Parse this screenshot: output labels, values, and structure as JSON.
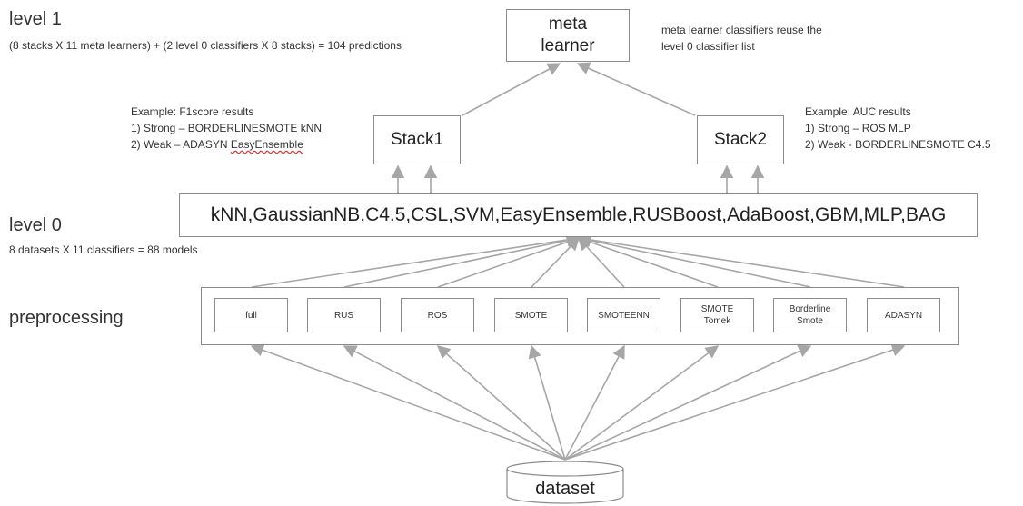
{
  "level1": {
    "heading": "level 1",
    "formula": "(8 stacks X 11 meta learners) + (2 level 0 classifiers X 8 stacks) = 104 predictions"
  },
  "meta_learner": {
    "line1": "meta",
    "line2": "learner"
  },
  "meta_note": {
    "line1": "meta learner classifiers reuse the",
    "line2": "level 0 classifier list"
  },
  "stack1": {
    "label": "Stack1",
    "example_title": "Example:  F1score results",
    "strong": "1) Strong – BORDERLINESMOTE kNN",
    "weak_prefix": "2) Weak – ADASYN ",
    "weak_suffix": "EasyEnsemble"
  },
  "stack2": {
    "label": "Stack2",
    "example_title": "Example:  AUC results",
    "strong": "1) Strong – ROS MLP",
    "weak": "2) Weak - BORDERLINESMOTE C4.5"
  },
  "level0": {
    "heading": "level 0",
    "formula": "8 datasets X 11 classifiers = 88 models",
    "classifiers": "kNN,GaussianNB,C4.5,CSL,SVM,EasyEnsemble,RUSBoost,AdaBoost,GBM,MLP,BAG"
  },
  "preprocessing": {
    "heading": "preprocessing",
    "methods": [
      {
        "line1": "full",
        "line2": ""
      },
      {
        "line1": "RUS",
        "line2": ""
      },
      {
        "line1": "ROS",
        "line2": ""
      },
      {
        "line1": "SMOTE",
        "line2": ""
      },
      {
        "line1": "SMOTEENN",
        "line2": ""
      },
      {
        "line1": "SMOTE",
        "line2": "Tomek"
      },
      {
        "line1": "Borderline",
        "line2": "Smote"
      },
      {
        "line1": "ADASYN",
        "line2": ""
      }
    ]
  },
  "dataset": {
    "label": "dataset"
  }
}
